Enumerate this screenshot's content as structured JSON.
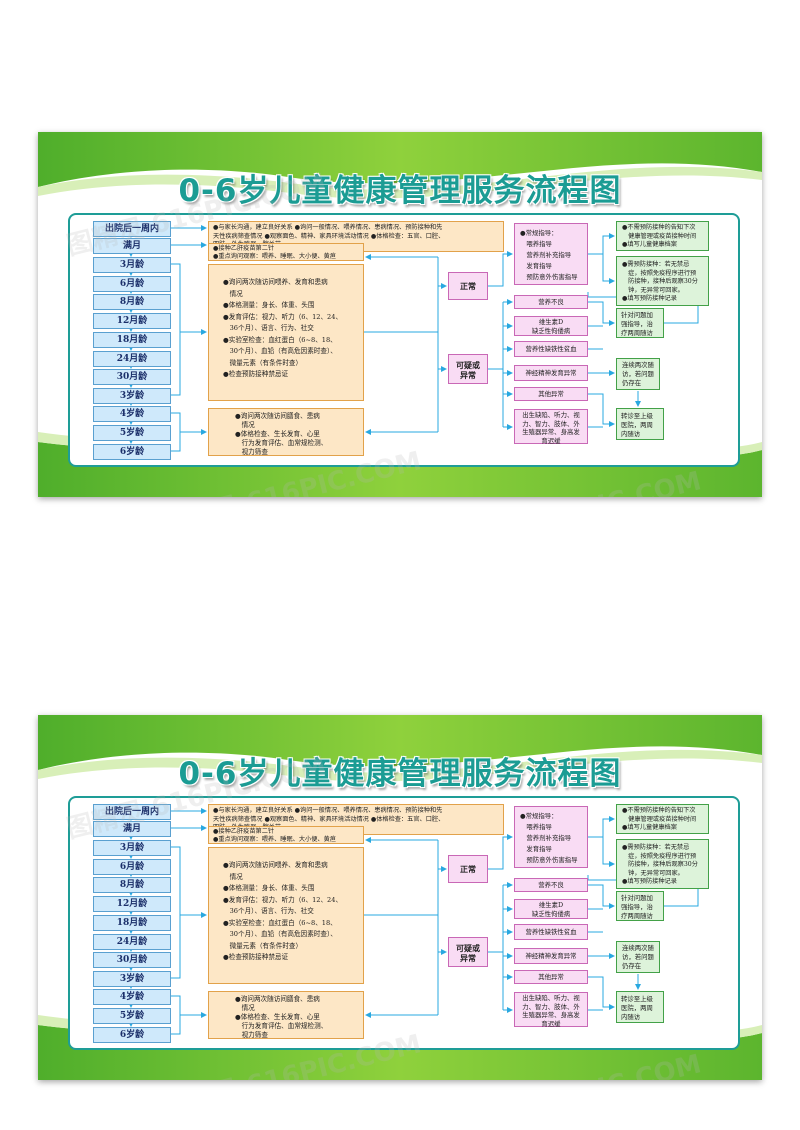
{
  "title": "0-6岁儿童健康管理服务流程图",
  "ages": [
    "出院后一周内",
    "满月",
    "3月龄",
    "6月龄",
    "8月龄",
    "12月龄",
    "18月龄",
    "24月龄",
    "30月龄",
    "3岁龄",
    "4岁龄",
    "5岁龄",
    "6岁龄"
  ],
  "box_home_visit": [
    "●与家长沟通，建立良好关系 ●询问一般情况、喂养情况、患病情况、预防接种和先",
    "天性疾病筛查情况 ●观察面色、精神、家具环境活动情况 ●体格检查：五官、口腔、",
    "四肢、外生殖器、髋关节"
  ],
  "box_full_month": [
    "●接种乙肝疫苗第二针",
    "●重点询问观察：喂养、睡眠、大小便、黄疸"
  ],
  "box_infant": [
    "●询问两次随访间喂养、发育和患病",
    "　情况",
    "●体格测量：身长、体重、头围",
    "●发育评估：视力、听力（6、12、24、",
    "　36个月）、语言、行为、社交",
    "●实验室检查：血红蛋白（6~8、18、",
    "　30个月）、血铅（有高危因素时查）、",
    "　微量元素（有条件时查）",
    "●检查预防接种禁忌证"
  ],
  "box_preschool": [
    "●询问两次随访间膳食、患病",
    "　情况",
    "●体格检查、生长发育、心里",
    "　行为发育评估、血常规检测、",
    "　视力筛查"
  ],
  "normal": "正常",
  "suspicious": [
    "可疑或",
    "异常"
  ],
  "box_guidance": [
    "●常规指导：",
    "　喂养指导",
    "　营养剂补充指导",
    "　发育指导",
    "　预防意外伤害指导"
  ],
  "abnormal_items": [
    "营养不良",
    [
      "维生素D",
      "缺乏性佝偻病"
    ],
    "营养性缺铁性贫血",
    "神经精神发育异常",
    "其他异常",
    [
      "出生缺陷、听力、视",
      "力、智力、肢体、外",
      "生殖器异常、身高发",
      "育迟缓"
    ]
  ],
  "box_vaccine_none": [
    "●不需预防接种的告知下次",
    "　健康管理或疫苗接种时间",
    "●填写儿童健康档案"
  ],
  "box_vaccine_need": [
    "●需预防接种：若无禁忌",
    "　症，按照免疫程序进行预",
    "　防接种，接种后观察30分",
    "　钟，无异常可回家。",
    "●填写预防接种记录"
  ],
  "box_followup_guidance": [
    "针对问题加",
    "强指导，治",
    "疗两周随访"
  ],
  "box_followup_two": [
    "连续两次随",
    "访，若问题",
    "仍存在"
  ],
  "box_referral": [
    "转诊至上级",
    "医院，两周",
    "内随访"
  ],
  "watermarks": [
    "图精灵 616PIC.COM",
    "图精灵 616PIC.COM",
    "图精灵 616PIC.COM"
  ],
  "colors": {
    "title": "#1b9c94",
    "green_band": "#6fbf2f",
    "frame": "#1e9d97",
    "arrow": "#29a8e0"
  }
}
